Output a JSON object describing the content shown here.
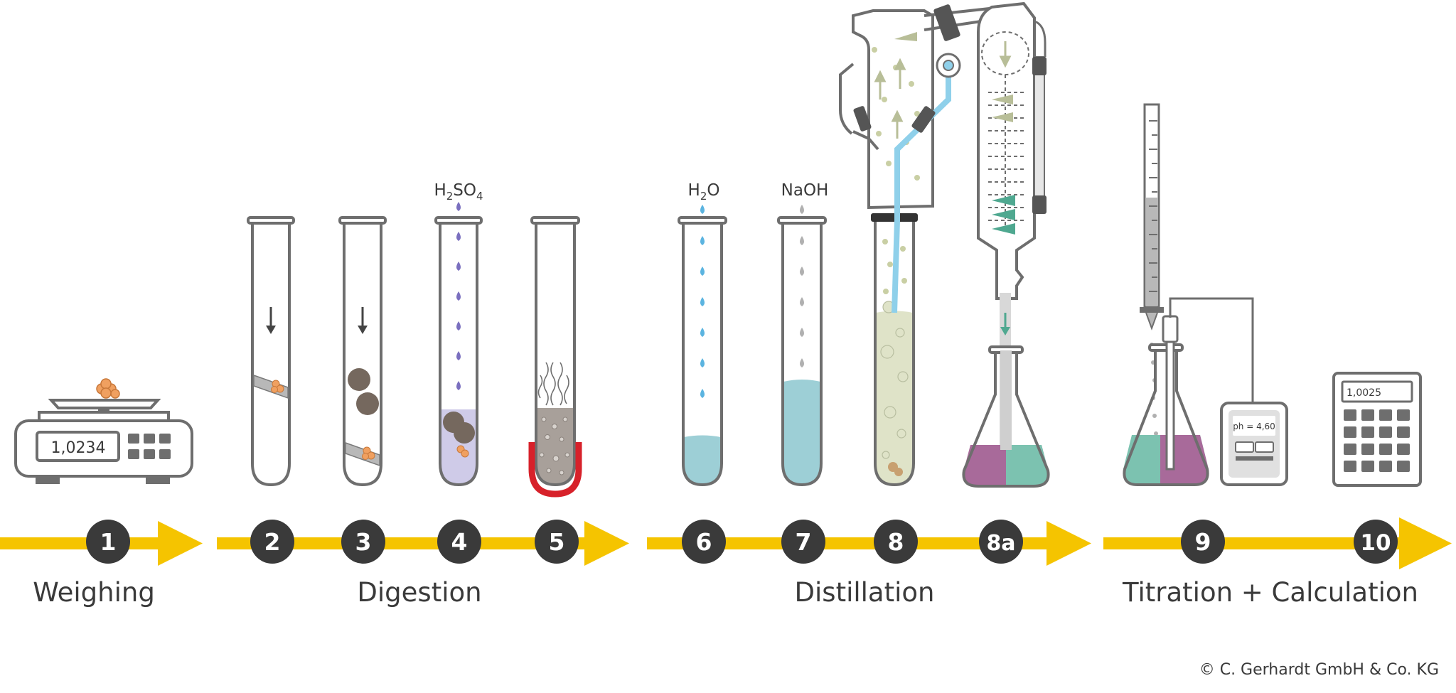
{
  "colors": {
    "arrow": "#f5c400",
    "step_circle": "#3a3a3a",
    "outline": "#6e6e6e",
    "water": "#9dcfd6",
    "acid_drop": "#7a6fbf",
    "water_drop": "#5bb4e0",
    "naoh_drop": "#b0b0b0",
    "heater": "#d7212a",
    "flask_left": "#a86a9a",
    "flask_right": "#7cc2b0",
    "steam": "#c9cfa4",
    "cooling_water": "#8fd0ea"
  },
  "icons": [
    "scale-icon",
    "test-tube-icon",
    "distillation-unit-icon",
    "erlenmeyer-flask-icon",
    "burette-icon",
    "ph-meter-icon",
    "calculator-icon"
  ],
  "balance": {
    "display": "1,0234"
  },
  "calculator": {
    "display": "1,0025"
  },
  "ph_meter": {
    "display": "ph = 4,60"
  },
  "reagents": {
    "h2so4_main": "H",
    "h2so4_sub1": "2",
    "h2so4_mid": "SO",
    "h2so4_sub2": "4",
    "h2o_main": "H",
    "h2o_sub": "2",
    "h2o_end": "O",
    "naoh": "NaOH"
  },
  "steps": [
    "1",
    "2",
    "3",
    "4",
    "5",
    "6",
    "7",
    "8",
    "8a",
    "9",
    "10"
  ],
  "stages": {
    "weighing": "Weighing",
    "digestion": "Digestion",
    "distillation": "Distillation",
    "titration": "Titration + Calculation"
  },
  "copyright": "© C. Gerhardt GmbH & Co. KG"
}
